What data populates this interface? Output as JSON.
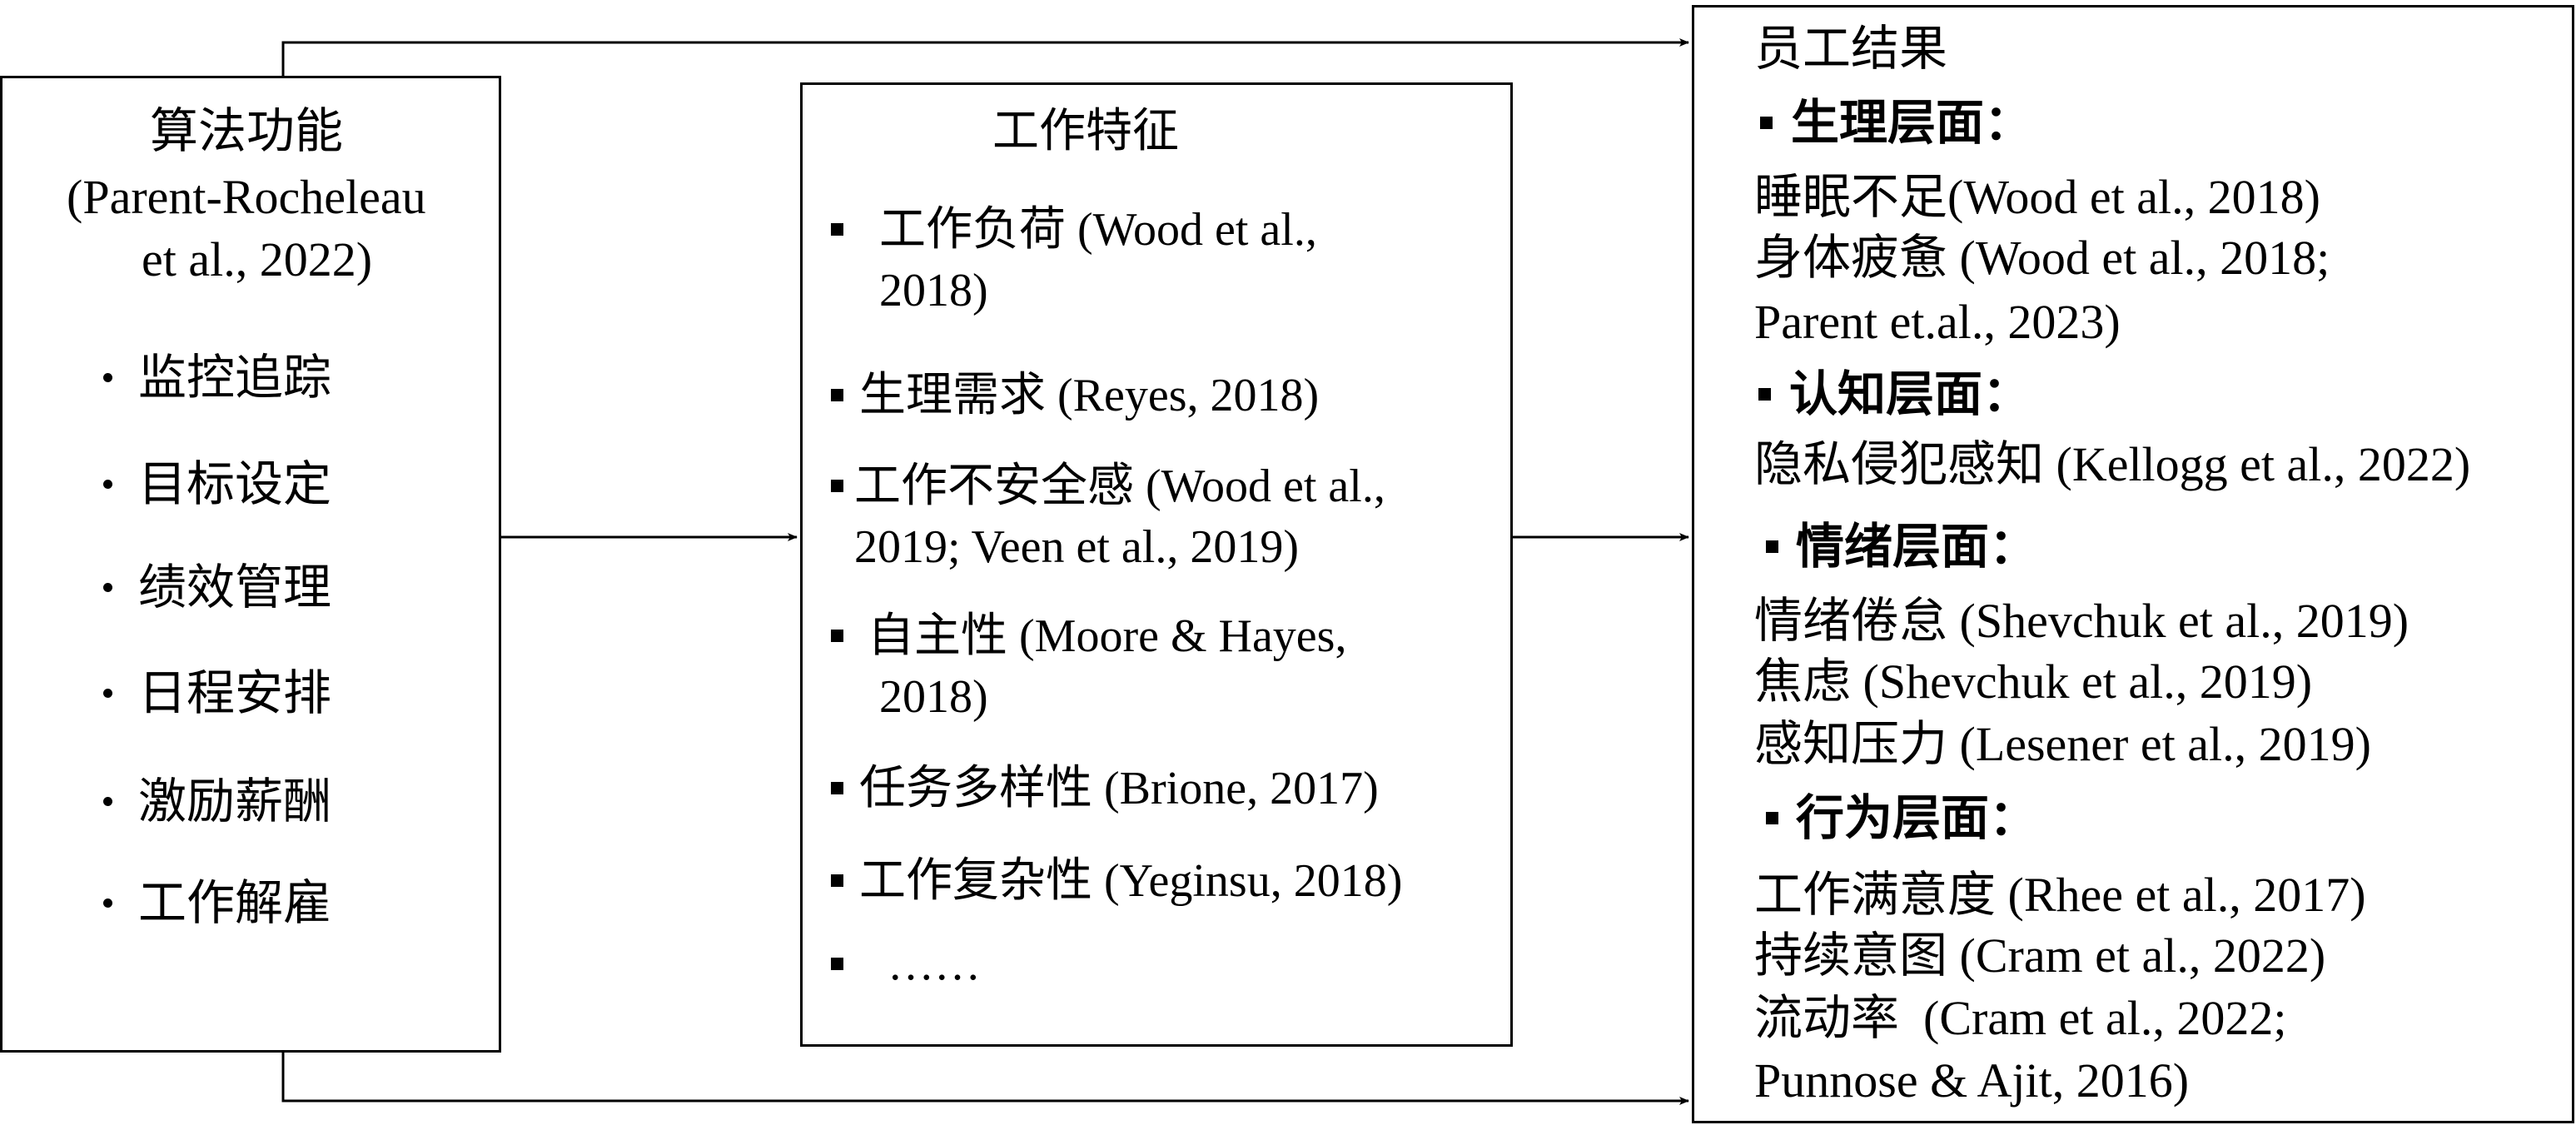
{
  "algorithm_box": {
    "title": "算法功能",
    "citation_line1": "(Parent-Rocheleau",
    "citation_line2": "et al., 2022)",
    "items": [
      "监控追踪",
      "目标设定",
      "绩效管理",
      "日程安排",
      "激励薪酬",
      "工作解雇"
    ]
  },
  "job_box": {
    "title": "工作特征",
    "items": [
      {
        "line1": "工作负荷 (Wood et al.,",
        "line2": "2018)"
      },
      {
        "line1": "生理需求 (Reyes, 2018)"
      },
      {
        "line1": "工作不安全感 (Wood et al.,",
        "line2": "2019; Veen et al., 2019)"
      },
      {
        "line1": "自主性 (Moore & Hayes,",
        "line2": "2018)"
      },
      {
        "line1": "任务多样性 (Brione, 2017)"
      },
      {
        "line1": "工作复杂性 (Yeginsu, 2018)"
      },
      {
        "line1": "……"
      }
    ]
  },
  "outcome_box": {
    "title": "员工结果",
    "physiological": {
      "heading": "生理层面：",
      "lines": [
        "睡眠不足(Wood et al., 2018)",
        "身体疲惫 (Wood et al., 2018;",
        "Parent et.al., 2023)"
      ]
    },
    "cognitive": {
      "heading": "认知层面：",
      "lines": [
        "隐私侵犯感知 (Kellogg et al., 2022)"
      ]
    },
    "emotional": {
      "heading": "情绪层面：",
      "lines": [
        "情绪倦怠 (Shevchuk et al., 2019)",
        "焦虑 (Shevchuk et al., 2019)",
        "感知压力 (Lesener et al., 2019)"
      ]
    },
    "behavioral": {
      "heading": "行为层面：",
      "lines": [
        "工作满意度 (Rhee et al., 2017)",
        "持续意图 (Cram et al., 2022)",
        "流动率  (Cram et al., 2022;",
        "Punnose & Ajit, 2016)"
      ]
    }
  }
}
